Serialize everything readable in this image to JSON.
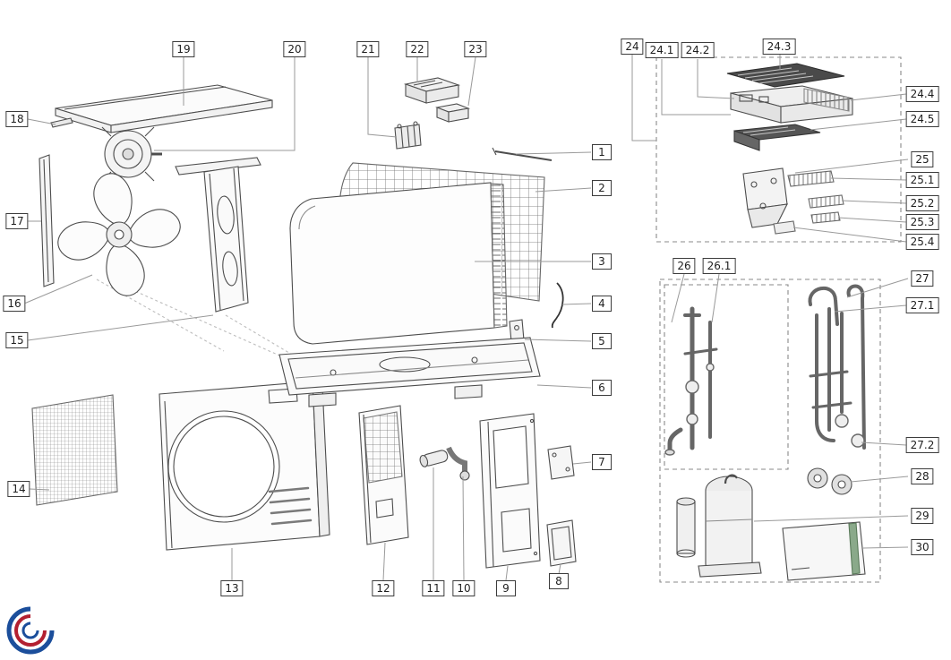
{
  "diagram": {
    "kind": "exploded-parts-diagram"
  },
  "colors": {
    "line": "#4d4d4d",
    "leader": "#9a9a9a",
    "label_border": "#3c3c3c",
    "logo_blue": "#1b4e9b",
    "logo_red": "#b32030"
  },
  "labels": {
    "l1": "1",
    "l2": "2",
    "l3": "3",
    "l4": "4",
    "l5": "5",
    "l6": "6",
    "l7": "7",
    "l8": "8",
    "l9": "9",
    "l10": "10",
    "l11": "11",
    "l12": "12",
    "l13": "13",
    "l14": "14",
    "l15": "15",
    "l16": "16",
    "l17": "17",
    "l18": "18",
    "l19": "19",
    "l20": "20",
    "l21": "21",
    "l22": "22",
    "l23": "23",
    "l24": "24",
    "l24_1": "24.1",
    "l24_2": "24.2",
    "l24_3": "24.3",
    "l24_4": "24.4",
    "l24_5": "24.5",
    "l25": "25",
    "l25_1": "25.1",
    "l25_2": "25.2",
    "l25_3": "25.3",
    "l25_4": "25.4",
    "l26": "26",
    "l26_1": "26.1",
    "l27": "27",
    "l27_1": "27.1",
    "l27_2": "27.2",
    "l28": "28",
    "l29": "29",
    "l30": "30"
  }
}
